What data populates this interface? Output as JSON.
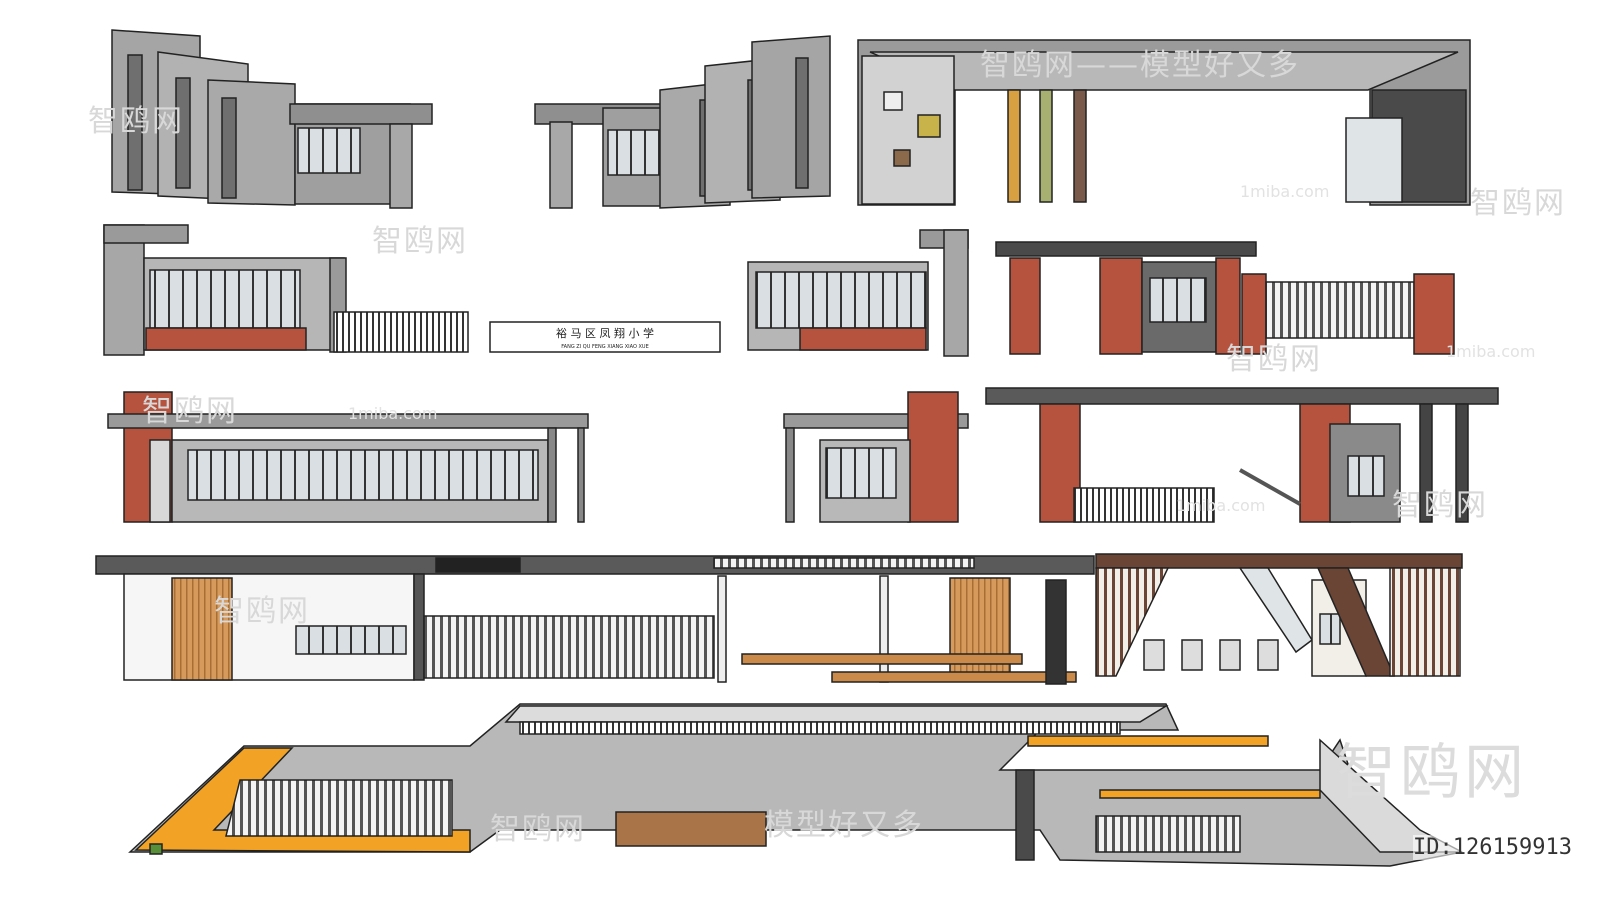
{
  "watermarks": {
    "brand": "智鸥网",
    "slogan": "模型好又多",
    "site": "1miba.com"
  },
  "sign": {
    "line1": "裕 马 区 凤 翔 小 学",
    "line2": "FANG ZI QU FENG XIANG XIAO XUE"
  },
  "image_id": "ID:126159913",
  "colors": {
    "concrete": "#a9a9a9",
    "concrete_dark": "#8c8c8c",
    "brick": "#b5533f",
    "orange": "#f2a325",
    "wood": "#c98a4a",
    "brown_frame": "#6a4434",
    "glass": "#d9dfe2",
    "dark": "#3a3a3a"
  }
}
